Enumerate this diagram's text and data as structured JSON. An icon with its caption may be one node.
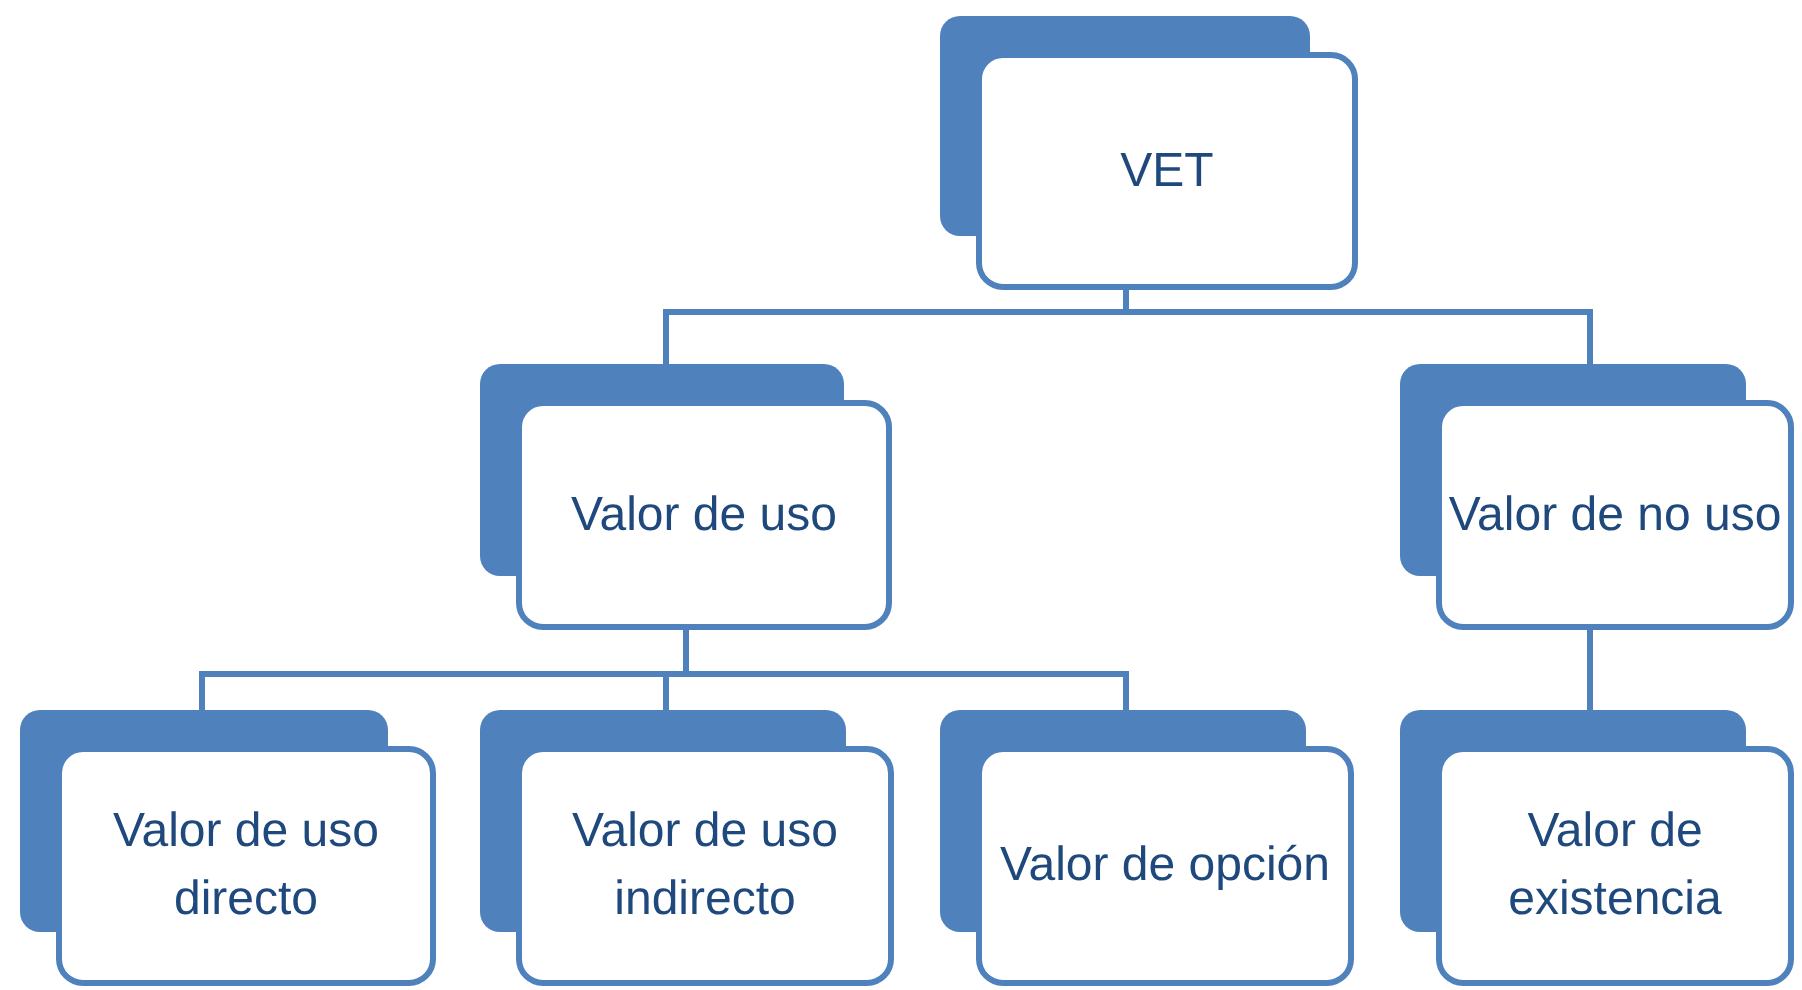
{
  "diagram": {
    "nodes": [
      {
        "text": [
          "VET"
        ]
      },
      {
        "text": [
          "Valor de uso"
        ]
      },
      {
        "text": [
          "Valor de no uso"
        ]
      },
      {
        "text": [
          "Valor de uso directo"
        ]
      },
      {
        "text": [
          "Valor de uso indirecto"
        ]
      },
      {
        "text": [
          "Valor de opción"
        ]
      },
      {
        "text": [
          "Valor de existencia"
        ]
      }
    ],
    "edges": [
      {
        "from": 0,
        "to": 1,
        "arrow": "none"
      },
      {
        "from": 0,
        "to": 2,
        "arrow": "none"
      },
      {
        "from": 1,
        "to": 3,
        "arrow": "none"
      },
      {
        "from": 1,
        "to": 4,
        "arrow": "none"
      },
      {
        "from": 1,
        "to": 5,
        "arrow": "none"
      },
      {
        "from": 2,
        "to": 6,
        "arrow": "none"
      }
    ]
  }
}
